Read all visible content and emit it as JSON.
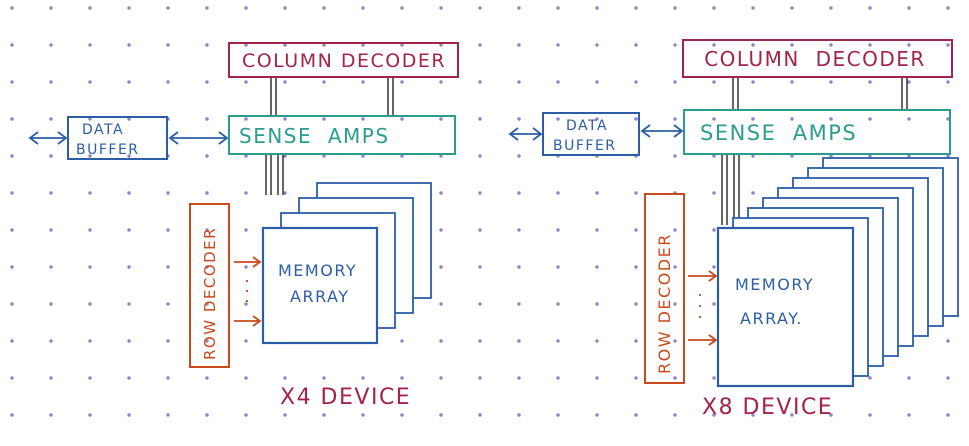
{
  "colors": {
    "dots": "#8c84c8",
    "column_decoder": "#a3244a",
    "sense_amps": "#2a9d8f",
    "data_buffer": "#2b5ea7",
    "memory_array": "#2b5ea7",
    "row_decoder": "#c94a1c",
    "caption": "#a3244a"
  },
  "left": {
    "column_decoder": "COLUMN DECODER",
    "sense_amps": "SENSE  AMPS",
    "data_buffer_l1": "DATA",
    "data_buffer_l2": "BUFFER",
    "row_decoder": "ROW DECODER",
    "array_l1": "MEMORY",
    "array_l2": "ARRAY",
    "caption": "X4 DEVICE",
    "array_count": 4
  },
  "right": {
    "column_decoder": "COLUMN  DECODER",
    "sense_amps": "SENSE  AMPS",
    "data_buffer_l1": "DATA",
    "data_buffer_l2": "BUFFER",
    "row_decoder": "ROW DECODER",
    "array_l1": "MEMORY",
    "array_l2": "ARRAY.",
    "caption": "X8 DEVICE",
    "array_count": 8
  }
}
